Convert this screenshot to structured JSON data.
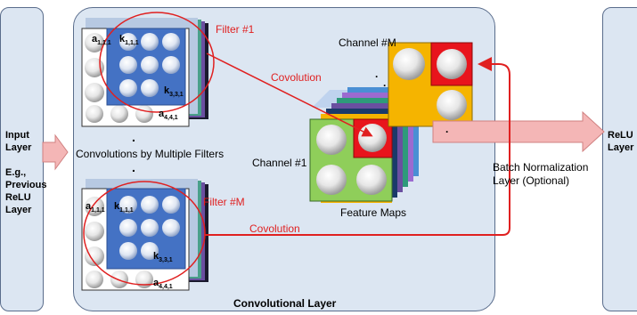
{
  "input_panel": {
    "title_line1": "Input",
    "title_line2": "Layer",
    "eg_line1": "E.g.,",
    "eg_line2": "Previous",
    "eg_line3": "ReLU",
    "eg_line4": "Layer"
  },
  "relu_panel": {
    "line1": "ReLU",
    "line2": "Layer"
  },
  "conv_layer": {
    "title": "Convolutional Layer",
    "multi_filters_label": "Convolutions by Multiple Filters",
    "dots": ".",
    "filter_top": {
      "label": "Filter #1",
      "a_first": "a",
      "a_first_sub": "1,1,1",
      "k_first": "k",
      "k_first_sub": "1,1,1",
      "k_last": "k",
      "k_last_sub": "3,3,1",
      "a_last": "a",
      "a_last_sub": "4,4,1"
    },
    "filter_bottom": {
      "label": "Filter #M",
      "a_first": "a",
      "a_first_sub": "1,1,1",
      "k_first": "k",
      "k_first_sub": "1,1,1",
      "k_last": "k",
      "k_last_sub": "3,3,1",
      "a_last": "a",
      "a_last_sub": "4,4,1"
    },
    "convolution_top": "Covolution",
    "convolution_bottom": "Covolution",
    "feature_maps": {
      "label": "Feature Maps",
      "channel_first": "Channel #1",
      "channel_last": "Channel #M"
    },
    "batch_norm_line1": "Batch Normalization",
    "batch_norm_line2": "Layer (Optional)"
  },
  "colors": {
    "panel_fill": "#dce6f2",
    "panel_border": "#5a6d8c",
    "arrow_red": "#e02020",
    "big_arrow_fill": "#f4b6b6",
    "kernel_blue": "#4472c4",
    "fmap_green": "#8fce5a",
    "fmap_yellow": "#f5b400",
    "fmap_red": "#e8141c"
  }
}
